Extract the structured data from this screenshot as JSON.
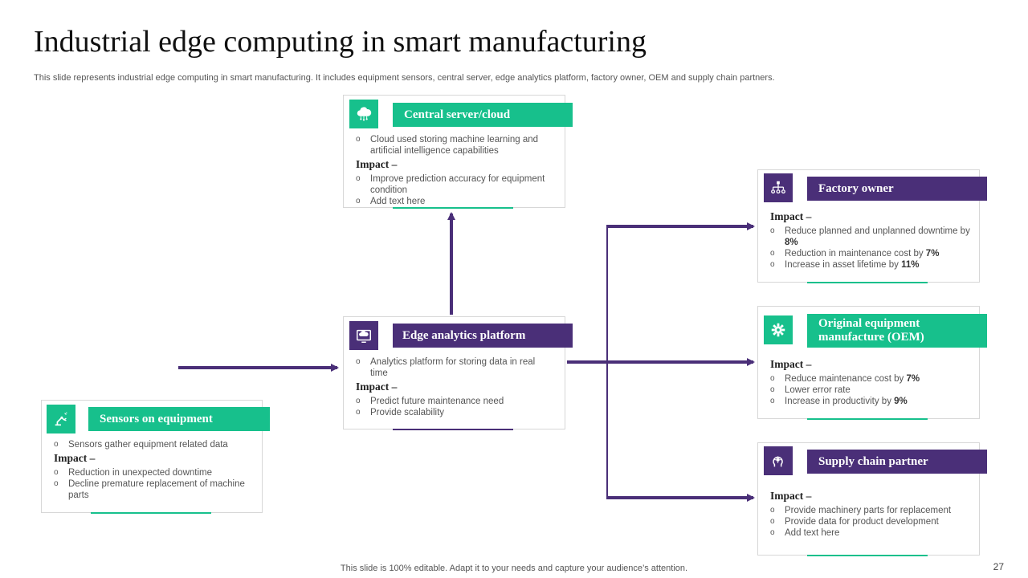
{
  "title": "Industrial edge computing in smart manufacturing",
  "subtitle": "This slide represents industrial edge computing in smart manufacturing. It includes equipment sensors, central server, edge analytics platform, factory owner, OEM  and supply chain partners.",
  "footer": "This slide is 100% editable. Adapt it to your needs and capture your audience’s attention.",
  "page_number": "27",
  "colors": {
    "green": "#17c08c",
    "purple": "#4a2f78"
  },
  "impact_label": "Impact –",
  "nodes": {
    "central": {
      "label": "Central server/cloud",
      "icon": "cloud-icon",
      "items": [
        "Cloud used storing machine learning and artificial intelligence capabilities"
      ],
      "impacts": [
        "Improve prediction accuracy for equipment condition",
        "Add text here"
      ]
    },
    "edge": {
      "label": "Edge analytics platform",
      "icon": "cloud-monitor-icon",
      "items": [
        "Analytics platform for storing data in real time"
      ],
      "impacts": [
        "Predict future maintenance need",
        "Provide scalability"
      ]
    },
    "sensors": {
      "label": "Sensors on equipment",
      "icon": "robotic-arm-icon",
      "items": [
        "Sensors gather equipment related data"
      ],
      "impacts": [
        "Reduction in unexpected downtime",
        "Decline premature replacement of machine parts"
      ]
    },
    "factory": {
      "label": "Factory owner",
      "icon": "hierarchy-icon",
      "impacts": [
        {
          "text": "Reduce planned and unplanned downtime by ",
          "value": "8%"
        },
        {
          "text": "Reduction in maintenance cost by ",
          "value": "7%"
        },
        {
          "text": "Increase in asset lifetime by ",
          "value": "11%"
        }
      ]
    },
    "oem": {
      "label": "Original equipment manufacture (OEM)",
      "icon": "gear-icon",
      "impacts": [
        {
          "text": "Reduce maintenance cost by ",
          "value": "7%"
        },
        {
          "text": "Lower error rate",
          "value": ""
        },
        {
          "text": "Increase in productivity  by ",
          "value": "9%"
        }
      ]
    },
    "supply": {
      "label": "Supply chain partner",
      "icon": "head-gear-icon",
      "impacts": [
        "Provide machinery parts for replacement",
        "Provide data for product development",
        "Add text here"
      ]
    }
  }
}
